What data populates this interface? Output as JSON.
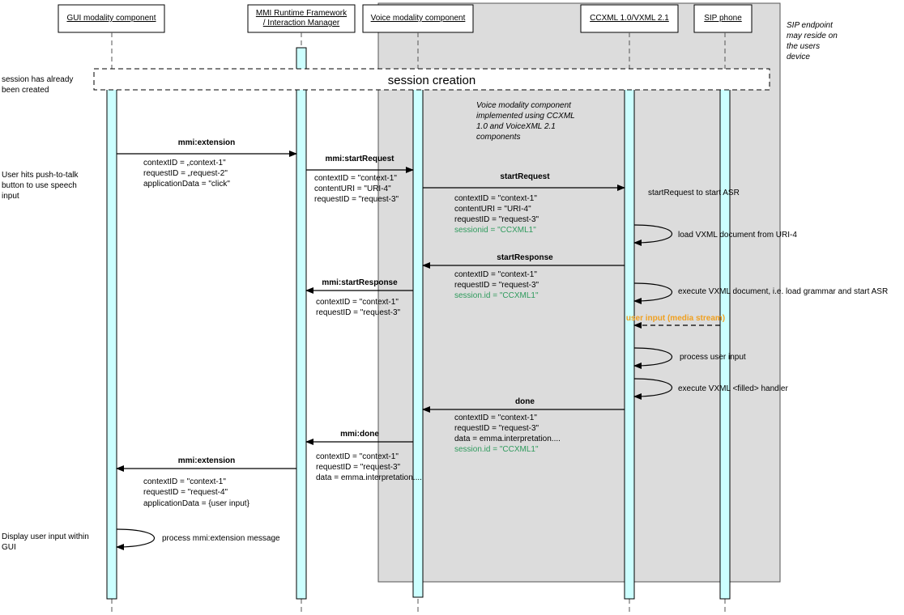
{
  "participants": [
    {
      "id": "gui",
      "label_lines": [
        "GUI modality component"
      ]
    },
    {
      "id": "mmi",
      "label_lines": [
        "MMI Runtime Framework",
        "/ Interaction Manager"
      ]
    },
    {
      "id": "voice",
      "label_lines": [
        "Voice modality component"
      ]
    },
    {
      "id": "ccxml",
      "label_lines": [
        "CCXML 1.0/VXML 2.1"
      ]
    },
    {
      "id": "sip",
      "label_lines": [
        "SIP phone"
      ]
    }
  ],
  "sip_endpoint_note": [
    "SIP endpoint",
    "may reside on",
    "the users",
    "device"
  ],
  "session_banner": "session creation",
  "voice_impl_note": [
    "Voice modality component",
    "implemented using CCXML",
    "1.0 and VoiceXML 2.1",
    "components"
  ],
  "left_notes": {
    "session": [
      "session has already",
      "been created"
    ],
    "push_to_talk": [
      "User hits push-to-talk",
      "button to use speech",
      "input"
    ],
    "display": [
      "Display user input within",
      "GUI"
    ]
  },
  "messages": {
    "m1": {
      "label": "mmi:extension",
      "params": [
        "contextID = „context-1\"",
        "requestID = „request-2\"",
        "applicationData = \"click\""
      ]
    },
    "m2": {
      "label": "mmi:startRequest",
      "params": [
        "contextID = \"context-1\"",
        "contentURI = \"URI-4\"",
        "requestID = \"request-3\""
      ]
    },
    "m3": {
      "label": "startRequest",
      "params": [
        "contextID = \"context-1\"",
        "contentURI = \"URI-4\"",
        "requestID = \"request-3\""
      ],
      "highlight": "sessionid = \"CCXML1\"",
      "side_note": "startRequest to start ASR"
    },
    "s1": {
      "label": "load VXML document from URI-4"
    },
    "m4": {
      "label": "startResponse",
      "params": [
        "contextID = \"context-1\"",
        "requestID = \"request-3\""
      ],
      "highlight": "session.id = \"CCXML1\""
    },
    "s2": {
      "label": "execute VXML document, i.e. load grammar and start ASR"
    },
    "m5": {
      "label": "mmi:startResponse",
      "params": [
        "contextID = \"context-1\"",
        "requestID = \"request-3\""
      ]
    },
    "m6": {
      "label": "user input (media stream)"
    },
    "s3": {
      "label": "process user input"
    },
    "s4": {
      "label": "execute VXML <filled> handler"
    },
    "m7": {
      "label": "done",
      "params": [
        "contextID = \"context-1\"",
        "requestID = \"request-3\"",
        "data = emma.interpretation...."
      ],
      "highlight": "session.id = \"CCXML1\""
    },
    "m8": {
      "label": "mmi:done",
      "params": [
        "contextID = \"context-1\"",
        "requestID = \"request-3\"",
        "data = emma.interpretation...."
      ]
    },
    "m9": {
      "label": "mmi:extension",
      "params": [
        "contextID = \"context-1\"",
        "requestID = \"request-4\"",
        "applicationData = {user input}"
      ]
    },
    "s5": {
      "label": "process mmi:extension message"
    }
  },
  "colors": {
    "activation": "#ccffff",
    "sip_region": "#dcdcdc",
    "highlight_green": "#2e9a5c",
    "highlight_orange": "#f0a020"
  }
}
